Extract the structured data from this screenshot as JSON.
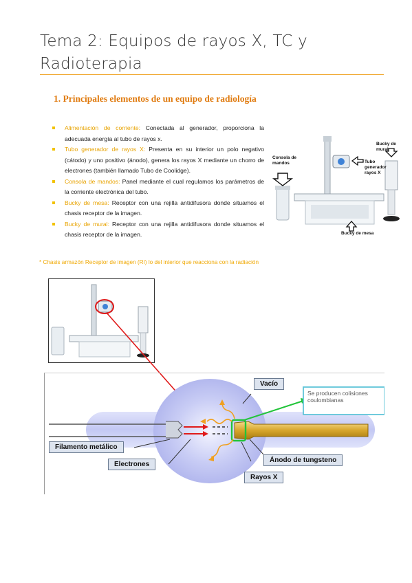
{
  "title": "Tema 2: Equipos de rayos X, TC y Radioterapia",
  "section_heading": "1. Principales elementos de un equipo de radiología",
  "bullets": [
    {
      "term": "Alimentación de corriente:",
      "text": " Conectada al generador, proporciona la adecuada energía al tubo de rayos x."
    },
    {
      "term": "Tubo generador de rayos X:",
      "text": " Presenta en su interior un polo negativo (cátodo) y uno positivo (ánodo), genera los rayos X mediante un chorro de electrones (también llamado Tubo de Coolidge)."
    },
    {
      "term": "Consola de mandos:",
      "text": " Panel mediante el cual regulamos los parámetros de la corriente electrónica del tubo."
    },
    {
      "term": "Bucky de mesa:",
      "text": " Receptor con una rejilla antidifusora donde situamos el chasis receptor de la imagen."
    },
    {
      "term": "Bucky de mural:",
      "text": " Receptor con una rejilla antidifusora donde situamos el chasis receptor de la imagen."
    }
  ],
  "note": "*  Chasis armazón  Receptor de imagen (RI) lo del interior que reacciona con la radiación",
  "equipment_labels": {
    "consola": "Consola de mandos",
    "tubo": "Tubo generador rayos X",
    "bucky_mural": "Bucky de mural",
    "bucky_mesa": "Bucky de mesa"
  },
  "diagram_labels": {
    "vacio": "Vacío",
    "colisiones": "Se producen colisiones coulombianas",
    "filamento": "Filamento metálico",
    "electrones": "Electrones",
    "anodo": "Ánodo de tungsteno",
    "rayos": "Rayos X"
  },
  "colors": {
    "accent_orange": "#e07b10",
    "bullet_term": "#e8a300",
    "bullet_dot": "#f2c200",
    "red_arrow": "#e01a1a",
    "green_highlight": "#22c43a",
    "cyan_box": "#5fc4d8"
  }
}
